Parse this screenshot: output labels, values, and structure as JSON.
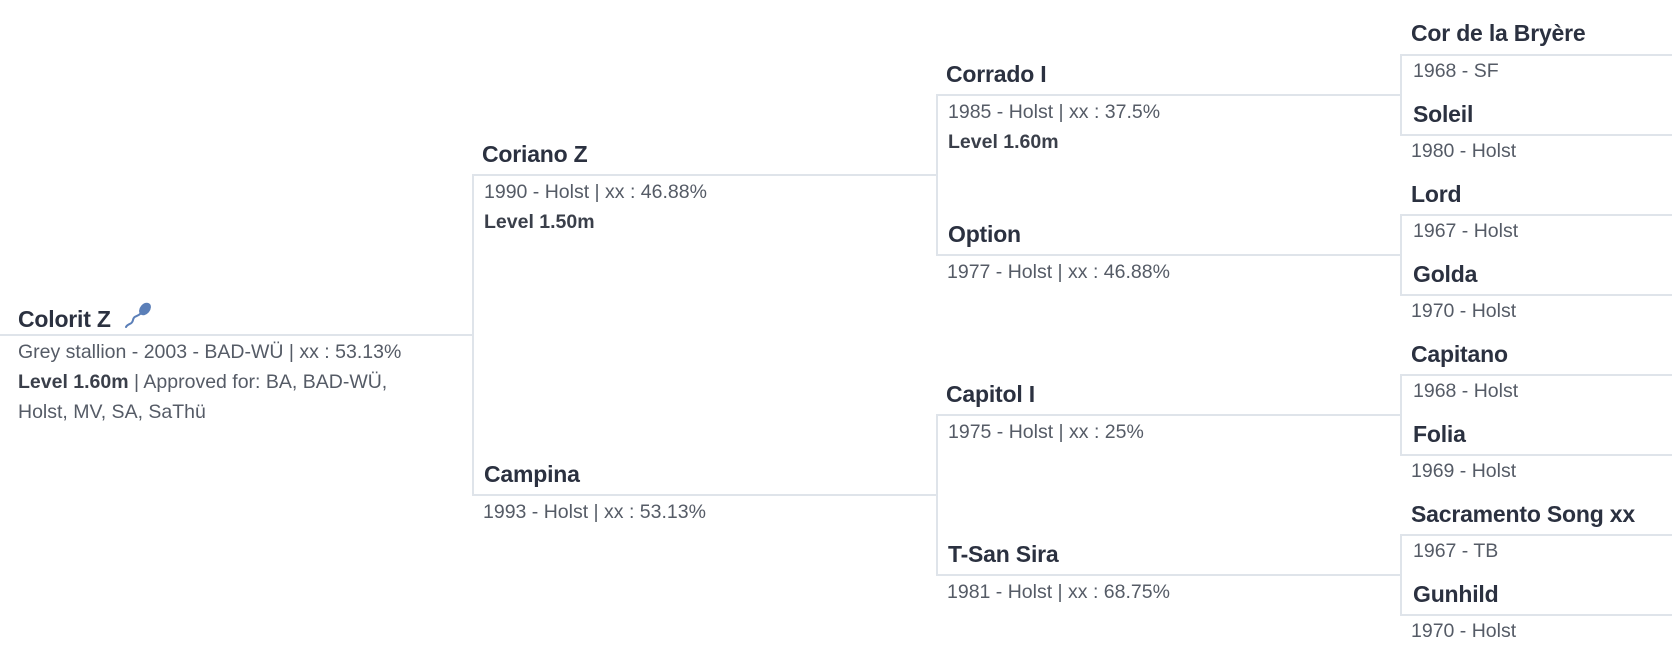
{
  "subject": {
    "name": "Colorit Z",
    "info": "Grey stallion - 2003 - BAD-WÜ | xx : 53.13%",
    "level": "Level 1.60m",
    "approved": " | Approved for: BA, BAD-WÜ,",
    "approved_cont": "Holst, MV, SA, SaThü",
    "icon": "sperm-icon"
  },
  "gen1": [
    {
      "name": "Coriano Z",
      "info": "1990 - Holst | xx : 46.88%",
      "level": "Level 1.50m"
    },
    {
      "name": "Campina",
      "info": "1993 - Holst | xx : 53.13%"
    }
  ],
  "gen2": [
    {
      "name": "Corrado I",
      "info": "1985 - Holst | xx : 37.5%",
      "level": "Level 1.60m"
    },
    {
      "name": "Option",
      "info": "1977 - Holst | xx : 46.88%"
    },
    {
      "name": "Capitol I",
      "info": "1975 - Holst | xx : 25%"
    },
    {
      "name": "T-San Sira",
      "info": "1981 - Holst | xx : 68.75%"
    }
  ],
  "gen3": [
    {
      "name": "Cor de la Bryère",
      "info": "1968 - SF"
    },
    {
      "name": "Soleil",
      "info": "1980 - Holst"
    },
    {
      "name": "Lord",
      "info": "1967 - Holst"
    },
    {
      "name": "Golda",
      "info": "1970 - Holst"
    },
    {
      "name": "Capitano",
      "info": "1968 - Holst"
    },
    {
      "name": "Folia",
      "info": "1969 - Holst"
    },
    {
      "name": "Sacramento Song xx",
      "info": "1967 - TB"
    },
    {
      "name": "Gunhild",
      "info": "1970 - Holst"
    }
  ],
  "colors": {
    "line": "#dfe4ea",
    "name": "#2b3140",
    "info": "#555b66",
    "icon": "#5b7fb8"
  }
}
